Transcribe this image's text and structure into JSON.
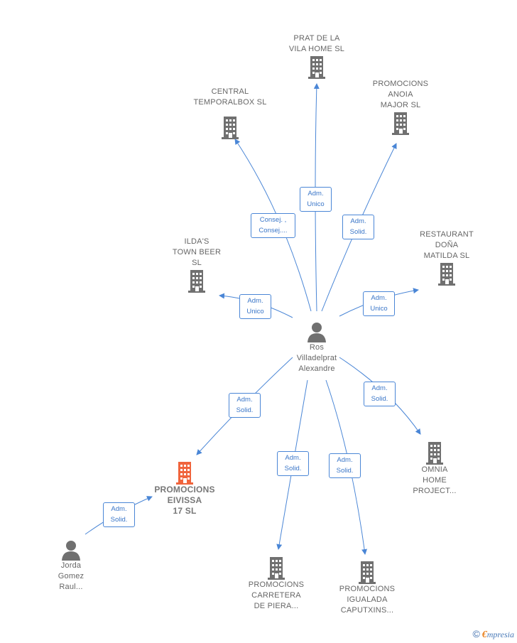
{
  "colors": {
    "edge": "#4a86d6",
    "company": "#707070",
    "focus_company": "#f0643c",
    "person": "#707070"
  },
  "nodes": {
    "center": {
      "label": "Ros\nVilladelprat\nAlexandre",
      "icon": "person-icon"
    },
    "prat": {
      "label": "PRAT DE LA\nVILA HOME  SL",
      "icon": "building-icon"
    },
    "central": {
      "label": "CENTRAL\nTEMPORALBOX SL",
      "icon": "building-icon"
    },
    "anoia": {
      "label": "PROMOCIONS\nANOIA\nMAJOR  SL",
      "icon": "building-icon"
    },
    "ildas": {
      "label": "ILDA'S\nTOWN BEER\nSL",
      "icon": "building-icon"
    },
    "restaurant": {
      "label": "RESTAURANT\nDOÑA\nMATILDA SL",
      "icon": "building-icon"
    },
    "eivissa": {
      "label": "PROMOCIONS\nEIVISSA\n17  SL",
      "icon": "building-icon"
    },
    "omnia": {
      "label": "OMNIA\nHOME\nPROJECT...",
      "icon": "building-icon"
    },
    "carretera": {
      "label": "PROMOCIONS\nCARRETERA\nDE PIERA...",
      "icon": "building-icon"
    },
    "igualada": {
      "label": "PROMOCIONS\nIGUALADA\nCAPUTXINS...",
      "icon": "building-icon"
    },
    "jorda": {
      "label": "Jorda\nGomez\nRaul...",
      "icon": "person-icon"
    }
  },
  "relations": {
    "prat": "Adm.\nUnico",
    "central": "Consej. ,\nConsej....",
    "anoia": "Adm.\nSolid.",
    "ildas": "Adm.\nUnico",
    "restaurant": "Adm.\nUnico",
    "eivissa": "Adm.\nSolid.",
    "omnia": "Adm.\nSolid.",
    "carretera": "Adm.\nSolid.",
    "igualada": "Adm.\nSolid.",
    "jorda": "Adm.\nSolid."
  },
  "brand": {
    "copyright": "©",
    "initial": "€",
    "name": "mpresia"
  }
}
